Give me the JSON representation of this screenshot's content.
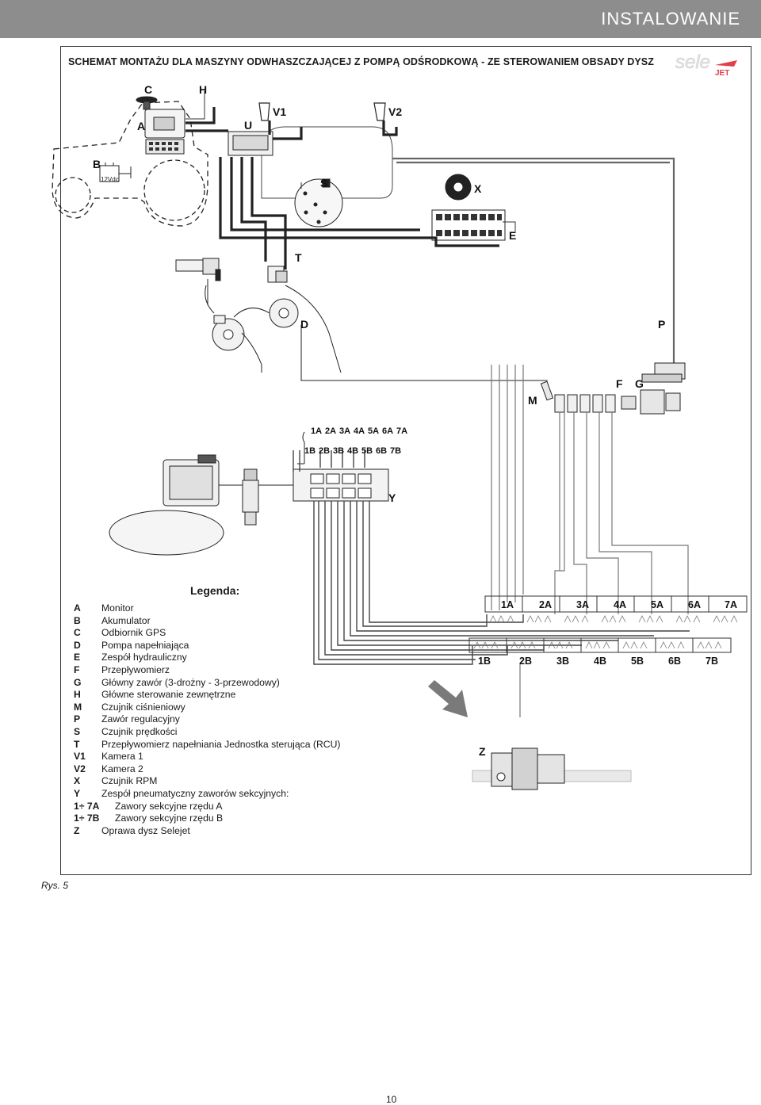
{
  "header": {
    "title": "INSTALOWANIE"
  },
  "diagram": {
    "title": "SCHEMAT MONTAŻU DLA MASZYNY ODWHASZCZAJĄCEJ Z POMPĄ ODŚRODKOWĄ - ZE STEROWANIEM OBSADY DYSZ",
    "logo": {
      "text": "sele",
      "subtext": "JET",
      "color": "#e0404a"
    },
    "battery_label": "12Vdc",
    "labels": {
      "A": "A",
      "B": "B",
      "C": "C",
      "D": "D",
      "E": "E",
      "F": "F",
      "G": "G",
      "H": "H",
      "M": "M",
      "P": "P",
      "S": "S",
      "T": "T",
      "U": "U",
      "V1": "V1",
      "V2": "V2",
      "X": "X",
      "Y": "Y",
      "Z": "Z"
    },
    "valve_labels_a": [
      "1A",
      "2A",
      "3A",
      "4A",
      "5A",
      "6A",
      "7A"
    ],
    "valve_labels_b": [
      "1B",
      "2B",
      "3B",
      "4B",
      "5B",
      "6B",
      "7B"
    ],
    "section_labels_a": [
      "1A",
      "2A",
      "3A",
      "4A",
      "5A",
      "6A",
      "7A"
    ],
    "section_labels_b": [
      "1B",
      "2B",
      "3B",
      "4B",
      "5B",
      "6B",
      "7B"
    ],
    "arrow_color": "#7a7a7a"
  },
  "legend": {
    "title": "Legenda:",
    "items": [
      {
        "key": "A",
        "text": "Monitor"
      },
      {
        "key": "B",
        "text": "Akumulator"
      },
      {
        "key": "C",
        "text": "Odbiornik GPS"
      },
      {
        "key": "D",
        "text": "Pompa napełniająca"
      },
      {
        "key": "E",
        "text": "Zespół hydrauliczny"
      },
      {
        "key": "F",
        "text": "Przepływomierz"
      },
      {
        "key": "G",
        "text": "Główny zawór (3-drożny - 3-przewodowy)"
      },
      {
        "key": "H",
        "text": "Główne sterowanie zewnętrzne"
      },
      {
        "key": "M",
        "text": "Czujnik ciśnieniowy"
      },
      {
        "key": "P",
        "text": "Zawór regulacyjny"
      },
      {
        "key": "S",
        "text": "Czujnik prędkości"
      },
      {
        "key": "T",
        "text": "Przepływomierz napełniania Jednostka sterująca (RCU)"
      },
      {
        "key": "V1",
        "text": "Kamera 1"
      },
      {
        "key": "V2",
        "text": "Kamera 2"
      },
      {
        "key": "X",
        "text": "Czujnik RPM"
      },
      {
        "key": "Y",
        "text": "Zespół pneumatyczny zaworów sekcyjnych:"
      }
    ],
    "wide_items": [
      {
        "key": "1÷ 7A",
        "text": "Zawory sekcyjne rzędu A"
      },
      {
        "key": "1÷ 7B",
        "text": "Zawory sekcyjne rzędu B"
      }
    ],
    "last_item": {
      "key": "Z",
      "text": "Oprawa dysz Selejet"
    }
  },
  "figure_label": "Rys. 5",
  "page_number": "10"
}
